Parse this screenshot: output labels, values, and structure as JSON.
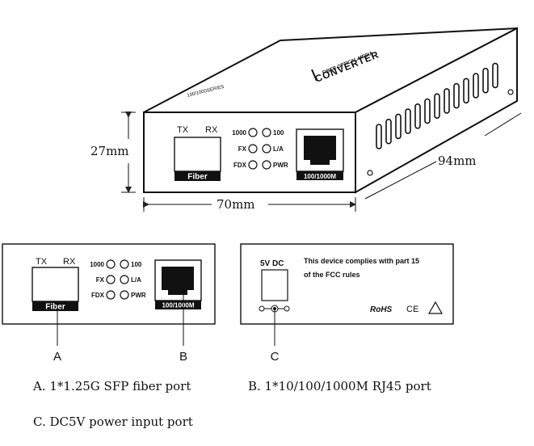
{
  "dimensions": {
    "height": "27mm",
    "width": "70mm",
    "depth": "94mm"
  },
  "device_top": {
    "brand_small": "FIBER OPTICAL MEDIA",
    "brand_large": "CONVERTER",
    "model": "100/1000SERIES"
  },
  "front_panel": {
    "sfp": {
      "tx": "TX",
      "rx": "RX",
      "label": "Fiber"
    },
    "leds": [
      {
        "left": "1000",
        "right": "100"
      },
      {
        "left": "FX",
        "right": "L/A"
      },
      {
        "left": "FDX",
        "right": "PWR"
      }
    ],
    "rj45_label": "100/1000M"
  },
  "rear_panel": {
    "power_label": "5V DC",
    "notice_line1": "This device complies with part 15",
    "notice_line2": "of the FCC rules",
    "rohs": "RoHS",
    "ce": "CE"
  },
  "callouts": {
    "a": "A",
    "b": "B",
    "c": "C"
  },
  "captions": {
    "a": "A. 1*1.25G SFP fiber port",
    "b": "B. 1*10/100/1000M RJ45 port",
    "c": "C. DC5V power input port"
  }
}
